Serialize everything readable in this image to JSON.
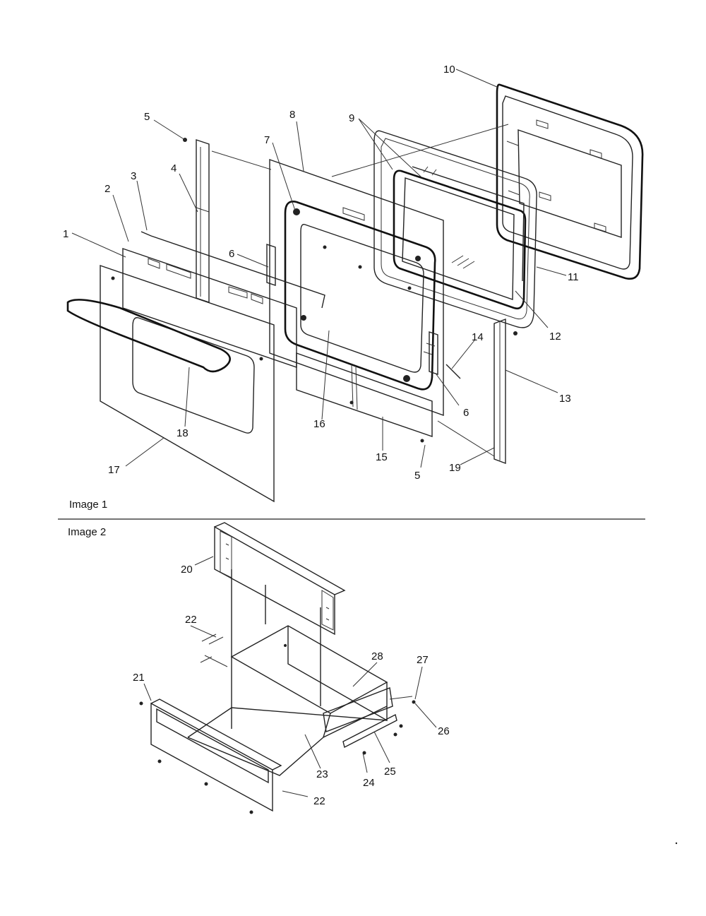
{
  "images": [
    {
      "caption": "Image 1",
      "part_labels": [
        "1",
        "2",
        "3",
        "4",
        "5",
        "6",
        "7",
        "8",
        "9",
        "10",
        "11",
        "12",
        "13",
        "14",
        "15",
        "16",
        "17",
        "18",
        "5",
        "6",
        "19"
      ]
    },
    {
      "caption": "Image 2",
      "part_labels": [
        "20",
        "21",
        "22",
        "22",
        "23",
        "24",
        "25",
        "26",
        "27",
        "28"
      ]
    }
  ],
  "colors": {
    "line": "#222222",
    "background": "#ffffff"
  }
}
